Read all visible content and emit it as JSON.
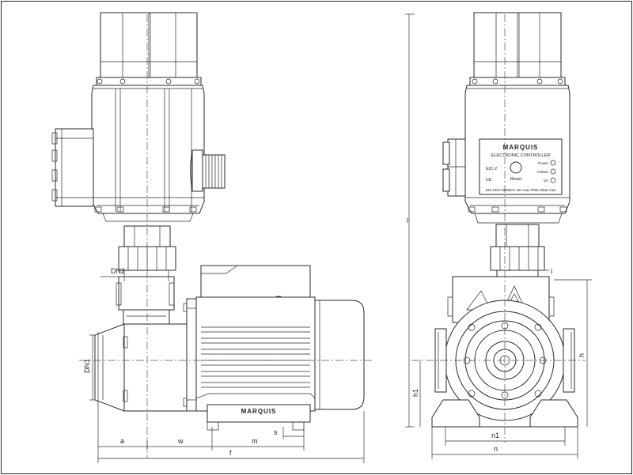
{
  "dimensions": {
    "DN2": "DN2",
    "DN1": "DN1",
    "a": "a",
    "w": "w",
    "m": "m",
    "s": "s",
    "f": "f",
    "l": "l",
    "h1": "h1",
    "h": "h",
    "i": "i",
    "n1": "n1",
    "n": "n"
  },
  "pump_brand": "MARQUIS",
  "controller": {
    "brand": "MARQUIS",
    "title": "ELECTRONIC CONTROLLER",
    "model": "EIC-2",
    "ce_mark": "CE",
    "reset_label": "Reset",
    "indicators": [
      "Power",
      "Failure",
      "On"
    ],
    "spec": "220-240V 50/60Hz 10A max IP65 10bar max"
  }
}
